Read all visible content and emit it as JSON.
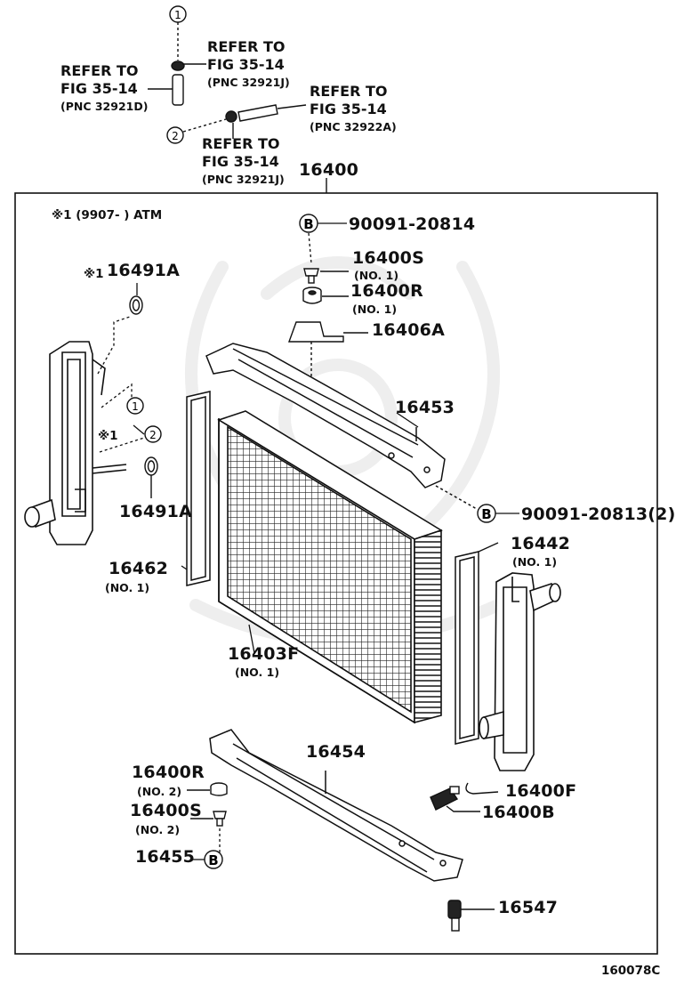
{
  "diagram": {
    "figure_code": "160078C",
    "note": "※1 (9907-      ) ATM",
    "markers": {
      "m1": "1",
      "m2": "2",
      "b": "B",
      "star1": "※1"
    },
    "refer_labels": [
      {
        "line1": "REFER TO",
        "line2": "FIG 35-14",
        "pnc": "(PNC 32921J)"
      },
      {
        "line1": "REFER TO",
        "line2": "FIG 35-14",
        "pnc": "(PNC 32921D)"
      },
      {
        "line1": "REFER TO",
        "line2": "FIG 35-14",
        "pnc": "(PNC 32922A)"
      },
      {
        "line1": "REFER TO",
        "line2": "FIG 35-14",
        "pnc": "(PNC 32921J)"
      }
    ],
    "parts": {
      "p16400": "16400",
      "p90091_20814": "90091-20814",
      "p16400S_1": "16400S",
      "p16400S_1_sub": "(NO. 1)",
      "p16400R_1": "16400R",
      "p16400R_1_sub": "(NO. 1)",
      "p16406A": "16406A",
      "p16491A_top": "16491A",
      "p16453": "16453",
      "p90091_20813": "90091-20813(2)",
      "p16491A_bot": "16491A",
      "p16442": "16442",
      "p16442_sub": "(NO. 1)",
      "p16462": "16462",
      "p16462_sub": "(NO. 1)",
      "p16403F": "16403F",
      "p16403F_sub": "(NO. 1)",
      "p16454": "16454",
      "p16400R_2": "16400R",
      "p16400R_2_sub": "(NO. 2)",
      "p16400S_2": "16400S",
      "p16400S_2_sub": "(NO. 2)",
      "p16455": "16455",
      "p16400F": "16400F",
      "p16400B": "16400B",
      "p16547": "16547"
    }
  }
}
